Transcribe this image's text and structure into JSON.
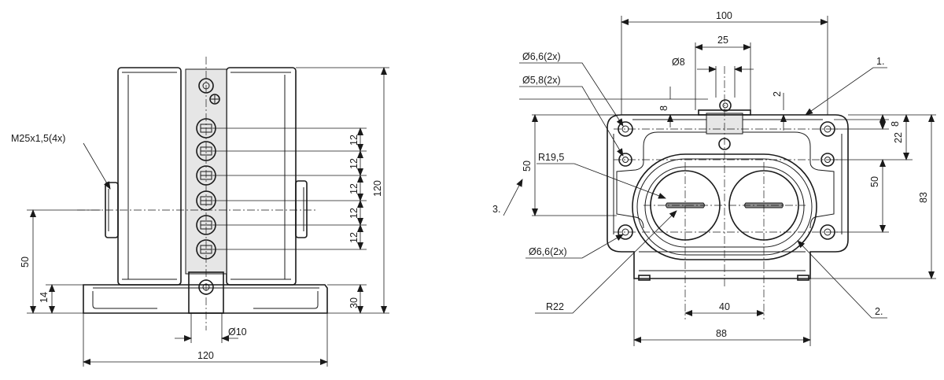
{
  "front_view": {
    "thread_label": "M25x1,5(4x)",
    "dim_height_50": "50",
    "dim_base_14": "14",
    "dim_12_a": "12",
    "dim_12_b": "12",
    "dim_12_c": "12",
    "dim_12_d": "12",
    "dim_12_e": "12",
    "dim_base_30": "30",
    "dim_total_120_vertical": "120",
    "dim_hole_10": "Ø10",
    "dim_width_120": "120"
  },
  "top_view": {
    "dim_width_100": "100",
    "dim_spacing_25": "25",
    "dim_hole_8": "Ø8",
    "label_hole_6_6_top": "Ø6,6(2x)",
    "label_hole_5_8": "Ø5,8(2x)",
    "dim_8_top": "8",
    "dim_2": "2",
    "callout_1": "1.",
    "dim_radius_19_5": "R19,5",
    "dim_left_50": "50",
    "callout_3": "3.",
    "dim_right_8": "8",
    "dim_right_22": "22",
    "dim_right_50": "50",
    "dim_right_83": "83",
    "label_hole_6_6_bottom": "Ø6,6(2x)",
    "dim_radius_22": "R22",
    "dim_spacing_40": "40",
    "callout_2": "2.",
    "dim_width_88": "88"
  }
}
